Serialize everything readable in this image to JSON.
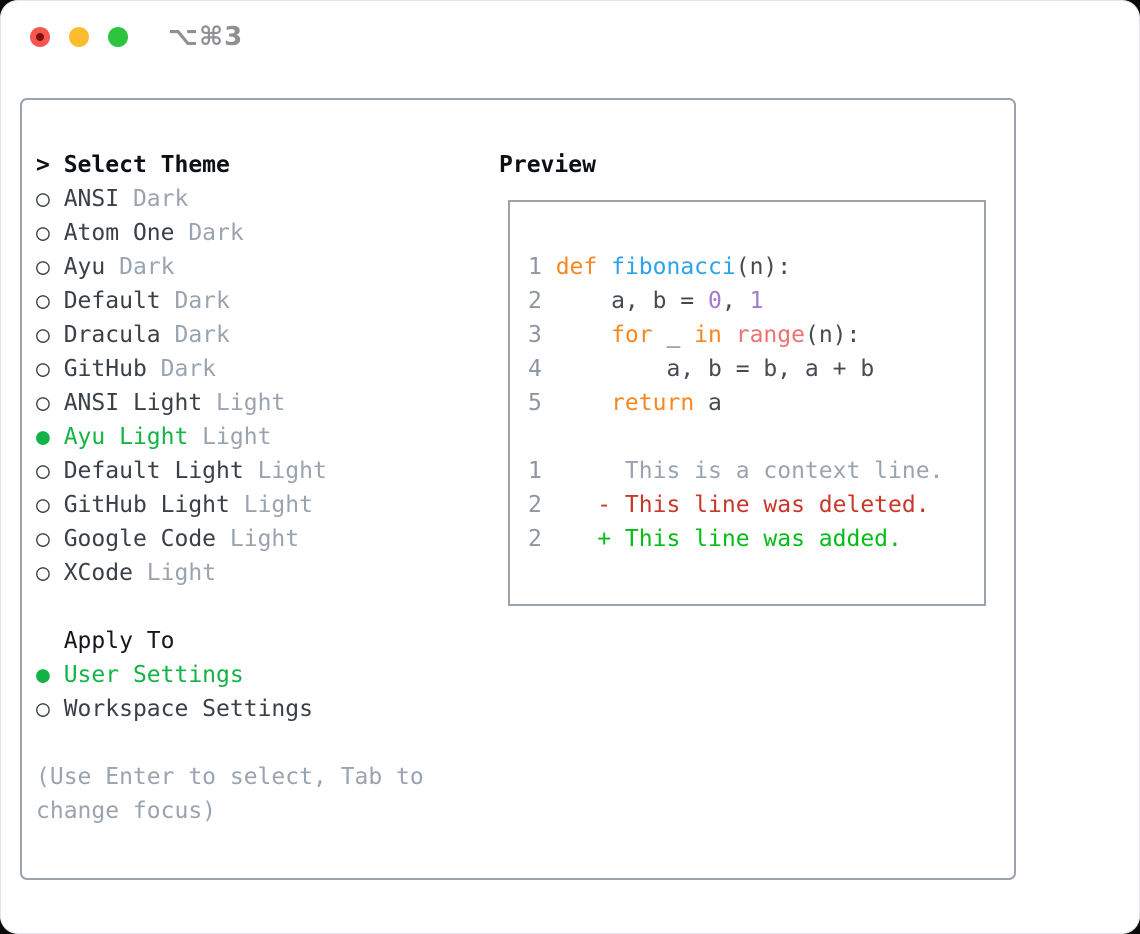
{
  "window": {
    "title": "⌥⌘3",
    "traffic_lights": [
      {
        "name": "close-button"
      },
      {
        "name": "minimize-button"
      },
      {
        "name": "zoom-button"
      }
    ]
  },
  "colors": {
    "accent_green": "#14b345",
    "keyword_orange": "#f6881f",
    "function_blue": "#2ea2e8",
    "number_purple": "#a37acc",
    "call_coral": "#f07171",
    "diff_removed_red": "#c8382a",
    "diff_added_green": "#05bd17",
    "muted_gray": "#9aa4b0",
    "border_gray": "#9aa3ae"
  },
  "markers": {
    "selected": "●",
    "unselected": "○",
    "header_arrow": ">"
  },
  "theme_picker": {
    "header_label": "Select Theme",
    "items": [
      {
        "name": "ANSI",
        "variant": "Dark",
        "selected": false
      },
      {
        "name": "Atom One",
        "variant": "Dark",
        "selected": false
      },
      {
        "name": "Ayu",
        "variant": "Dark",
        "selected": false
      },
      {
        "name": "Default",
        "variant": "Dark",
        "selected": false
      },
      {
        "name": "Dracula",
        "variant": "Dark",
        "selected": false
      },
      {
        "name": "GitHub",
        "variant": "Dark",
        "selected": false
      },
      {
        "name": "ANSI Light",
        "variant": "Light",
        "selected": false
      },
      {
        "name": "Ayu Light",
        "variant": "Light",
        "selected": true
      },
      {
        "name": "Default Light",
        "variant": "Light",
        "selected": false
      },
      {
        "name": "GitHub Light",
        "variant": "Light",
        "selected": false
      },
      {
        "name": "Google Code",
        "variant": "Light",
        "selected": false
      },
      {
        "name": "XCode",
        "variant": "Light",
        "selected": false
      }
    ],
    "apply_to": {
      "label": "Apply To",
      "options": [
        {
          "label": "User Settings",
          "selected": true
        },
        {
          "label": "Workspace Settings",
          "selected": false
        }
      ]
    },
    "hint_lines": [
      "(Use Enter to select, Tab to",
      "change focus)"
    ]
  },
  "preview": {
    "label": "Preview",
    "code_lines": [
      {
        "num": "1",
        "tokens": [
          {
            "t": "def",
            "c": "kw"
          },
          {
            "t": " ",
            "c": "pl"
          },
          {
            "t": "fibonacci",
            "c": "fn"
          },
          {
            "t": "(n):",
            "c": "pl"
          }
        ]
      },
      {
        "num": "2",
        "tokens": [
          {
            "t": "    a, b = ",
            "c": "pl"
          },
          {
            "t": "0",
            "c": "num"
          },
          {
            "t": ", ",
            "c": "pl"
          },
          {
            "t": "1",
            "c": "num"
          }
        ]
      },
      {
        "num": "3",
        "tokens": [
          {
            "t": "    ",
            "c": "pl"
          },
          {
            "t": "for",
            "c": "kw"
          },
          {
            "t": " _ ",
            "c": "pl"
          },
          {
            "t": "in",
            "c": "kw"
          },
          {
            "t": " ",
            "c": "pl"
          },
          {
            "t": "range",
            "c": "call"
          },
          {
            "t": "(n):",
            "c": "pl"
          }
        ]
      },
      {
        "num": "4",
        "tokens": [
          {
            "t": "        a, b = b, a + b",
            "c": "pl"
          }
        ]
      },
      {
        "num": "5",
        "tokens": [
          {
            "t": "    ",
            "c": "pl"
          },
          {
            "t": "return",
            "c": "kw"
          },
          {
            "t": " a",
            "c": "pl"
          }
        ]
      }
    ],
    "diff_lines": [
      {
        "num": "1",
        "text": "     This is a context line.",
        "type": "context"
      },
      {
        "num": "2",
        "text": "   - This line was deleted.",
        "type": "removed"
      },
      {
        "num": "2",
        "text": "   + This line was added.",
        "type": "added"
      }
    ]
  }
}
